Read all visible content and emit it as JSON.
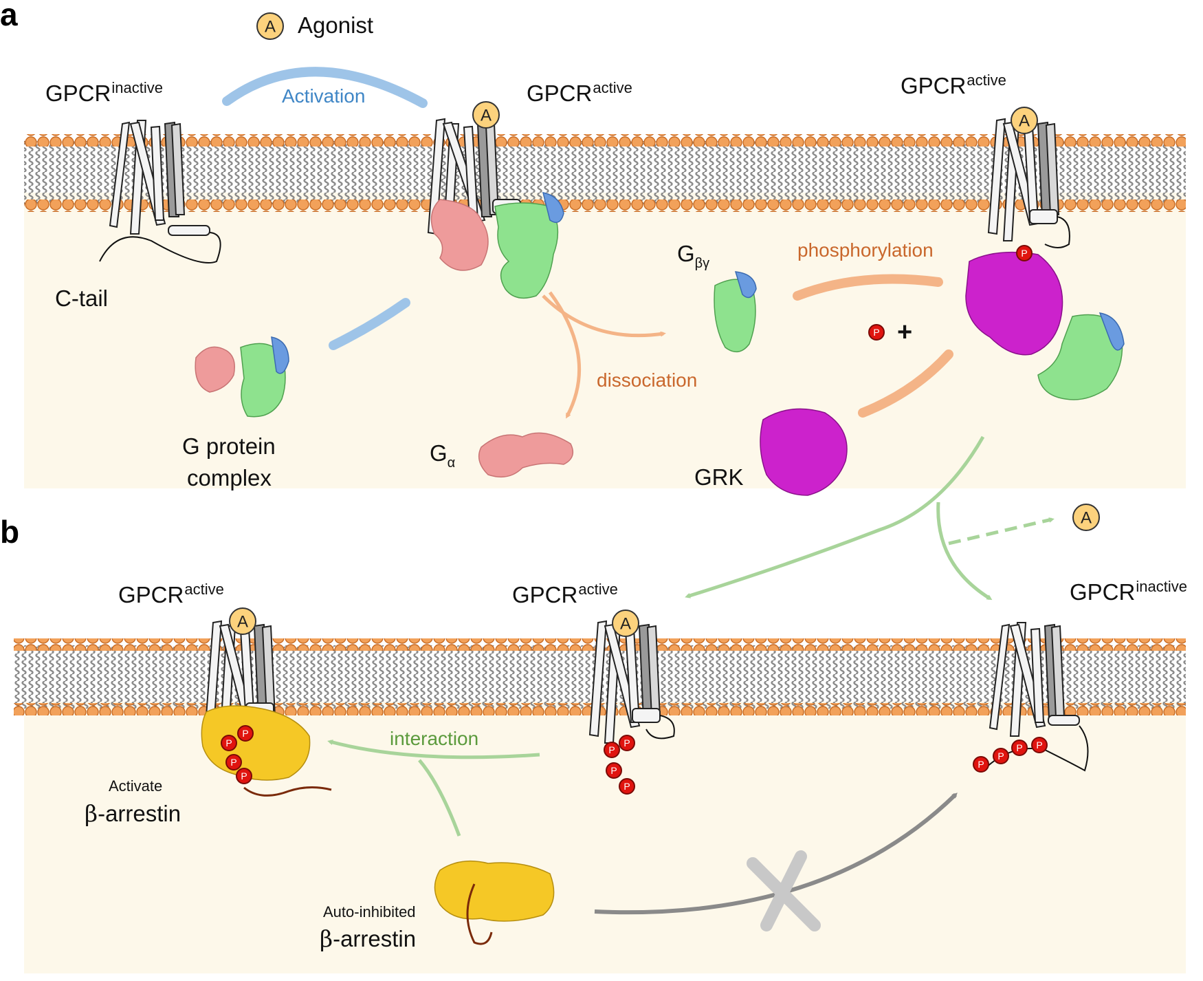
{
  "panels": {
    "a": "a",
    "b": "b"
  },
  "agonist": {
    "symbol": "A",
    "label": "Agonist",
    "phospho_symbol": "P"
  },
  "labels": {
    "activation": "Activation",
    "dissociation": "dissociation",
    "phosphorylation": "phosphorylation",
    "interaction": "interaction",
    "c_tail": "C-tail",
    "g_protein_line1": "G protein",
    "g_protein_line2": "complex",
    "gbg_main": "G",
    "gbg_sub": "βγ",
    "ga_main": "G",
    "ga_sub": "α",
    "grk": "GRK",
    "plus": "+",
    "activate": "Activate",
    "auto_inhibited": "Auto-inhibited",
    "beta_arrestin_prefix": "β",
    "beta_arrestin_suffix": "-arrestin"
  },
  "gpcr": {
    "base": "GPCR",
    "inactive": "inactive",
    "active": "active"
  },
  "colors": {
    "membrane_head": "#f2a15a",
    "membrane_head_stroke": "#c86a22",
    "membrane_tail": "#8a8a8a",
    "cytoplasm": "#fdf8ea",
    "g_alpha": "#ee9b9b",
    "g_beta": "#8ee28e",
    "g_gamma": "#6a9be0",
    "grk": "#cc22cc",
    "arrestin": "#f5c826",
    "phospho": "#e0140f",
    "agonist": "#fcd27d",
    "arrow_blue": "#9ec4e8",
    "arrow_orange": "#f4b487",
    "arrow_green": "#a8d49a",
    "arrow_gray": "#8a8a8a"
  }
}
